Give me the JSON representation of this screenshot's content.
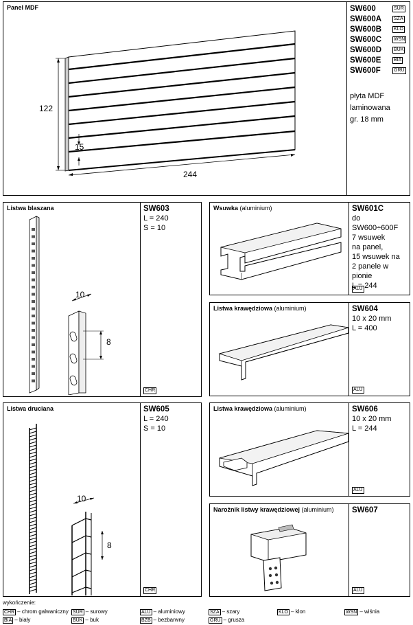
{
  "panel": {
    "title": "Panel MDF",
    "codes": [
      {
        "code": "SW600",
        "tag": "SUR"
      },
      {
        "code": "SW600A",
        "tag": "SZA"
      },
      {
        "code": "SW600B",
        "tag": "KLO"
      },
      {
        "code": "SW600C",
        "tag": "WSN"
      },
      {
        "code": "SW600D",
        "tag": "BUK"
      },
      {
        "code": "SW600E",
        "tag": "BIA"
      },
      {
        "code": "SW600F",
        "tag": "GRU"
      }
    ],
    "desc": [
      "płyta MDF",
      "laminowana",
      "gr. 18 mm"
    ],
    "dims": {
      "height": "122",
      "width": "244",
      "slot": "15"
    }
  },
  "sw603": {
    "title": "Listwa blaszana",
    "code": "SW603",
    "specs": [
      "L = 240",
      "S = 10"
    ],
    "finish": "CHR",
    "dims": {
      "w": "10",
      "h": "8"
    }
  },
  "sw601c": {
    "title_bold": "Wsuwka",
    "title_light": " (aluminium)",
    "code": "SW601C",
    "specs": [
      "do SW600÷600F",
      "7 wsuwek",
      "na panel,",
      "15 wsuwek na",
      "2 panele w pionie",
      "L = 244"
    ],
    "finish": "ALU"
  },
  "sw604": {
    "title_bold": "Listwa krawędziowa",
    "title_light": " (aluminium)",
    "code": "SW604",
    "specs": [
      "10 x 20 mm",
      "L = 400"
    ],
    "finish": "ALU"
  },
  "sw605": {
    "title": "Listwa druciana",
    "code": "SW605",
    "specs": [
      "L = 240",
      "S = 10"
    ],
    "finish": "CHR",
    "dims": {
      "w": "10",
      "h": "8"
    }
  },
  "sw606": {
    "title_bold": "Listwa krawędziowa",
    "title_light": "  (aluminium)",
    "code": "SW606",
    "specs": [
      "10 x 20 mm",
      "L = 244"
    ],
    "finish": "ALU"
  },
  "sw607": {
    "title_bold": "Narożnik listwy krawędziowej",
    "title_light": " (aluminium)",
    "code": "SW607",
    "finish": "ALU"
  },
  "legend": {
    "heading": "wykończenie:",
    "items": [
      {
        "tag": "CHR",
        "text": "– chrom galwaniczny"
      },
      {
        "tag": "SUR",
        "text": "– surowy"
      },
      {
        "tag": "ALU",
        "text": "– aluminiowy"
      },
      {
        "tag": "SZA",
        "text": "– szary"
      },
      {
        "tag": "KLO",
        "text": "– klon"
      },
      {
        "tag": "WSN",
        "text": "– wiśnia"
      },
      {
        "tag": "BIA",
        "text": "– biały"
      },
      {
        "tag": "BUK",
        "text": "– buk"
      },
      {
        "tag": "BZB",
        "text": "– bezbarwny"
      },
      {
        "tag": "GRU",
        "text": "– grusza"
      }
    ]
  }
}
